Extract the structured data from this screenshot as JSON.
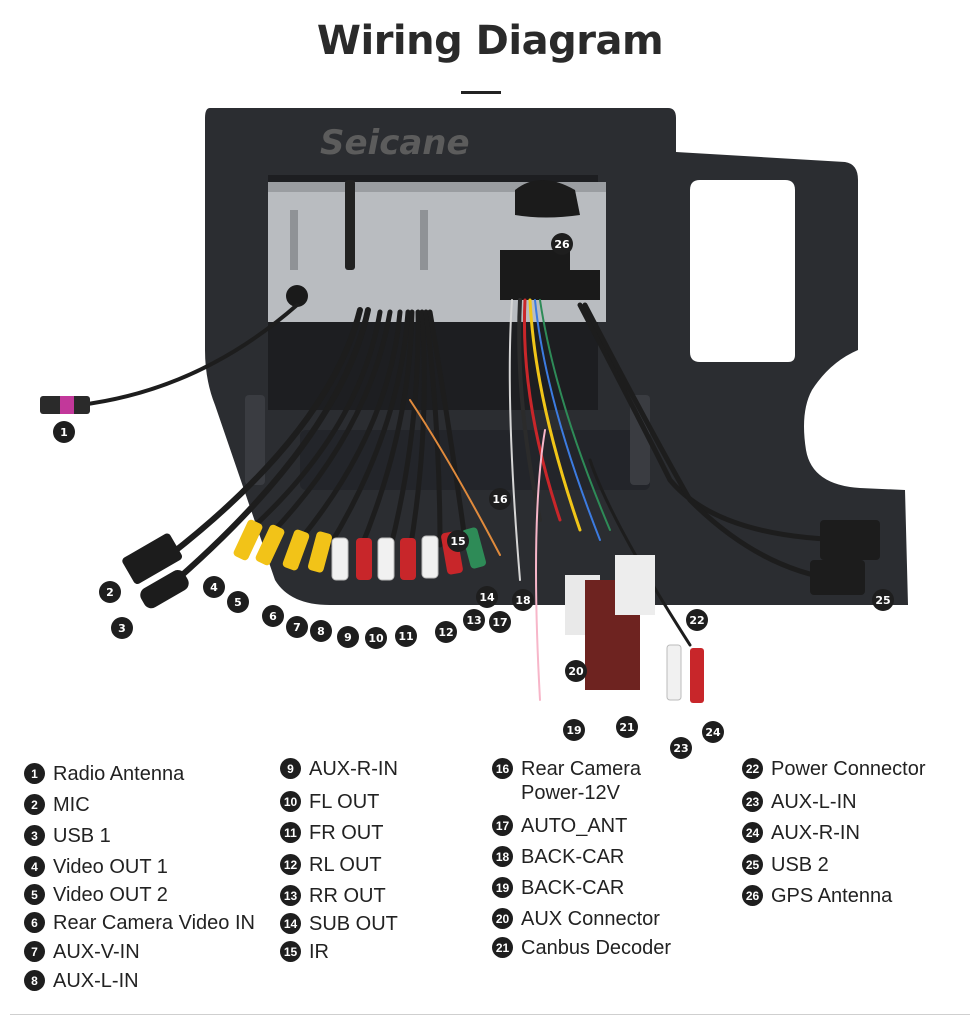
{
  "header": {
    "title": "Wiring Diagram"
  },
  "figure": {
    "brand": "Seicane"
  },
  "legend": [
    {
      "num": "1",
      "label": "Radio Antenna"
    },
    {
      "num": "2",
      "label": "MIC"
    },
    {
      "num": "3",
      "label": "USB 1"
    },
    {
      "num": "4",
      "label": "Video OUT 1"
    },
    {
      "num": "5",
      "label": "Video OUT 2"
    },
    {
      "num": "6",
      "label": "Rear Camera Video IN"
    },
    {
      "num": "7",
      "label": "AUX-V-IN"
    },
    {
      "num": "8",
      "label": "AUX-L-IN"
    },
    {
      "num": "9",
      "label": "AUX-R-IN"
    },
    {
      "num": "10",
      "label": "FL OUT"
    },
    {
      "num": "11",
      "label": "FR OUT"
    },
    {
      "num": "12",
      "label": "RL OUT"
    },
    {
      "num": "13",
      "label": "RR OUT"
    },
    {
      "num": "14",
      "label": "SUB OUT"
    },
    {
      "num": "15",
      "label": "IR"
    },
    {
      "num": "16",
      "label": "Rear Camera\nPower-12V"
    },
    {
      "num": "17",
      "label": "AUTO_ANT"
    },
    {
      "num": "18",
      "label": "BACK-CAR"
    },
    {
      "num": "19",
      "label": "BACK-CAR"
    },
    {
      "num": "20",
      "label": "AUX Connector"
    },
    {
      "num": "21",
      "label": "Canbus Decoder"
    },
    {
      "num": "22",
      "label": "Power Connector"
    },
    {
      "num": "23",
      "label": "AUX-L-IN"
    },
    {
      "num": "24",
      "label": "AUX-R-IN"
    },
    {
      "num": "25",
      "label": "USB 2"
    },
    {
      "num": "26",
      "label": "GPS Antenna"
    }
  ],
  "colors": {
    "frame": "#2b2d31",
    "unit": "#b9bcc0",
    "yellow": "#f2c318",
    "red": "#c8262a",
    "white": "#f1f1f1",
    "green": "#2e8b57",
    "connector": "#6e2320"
  }
}
